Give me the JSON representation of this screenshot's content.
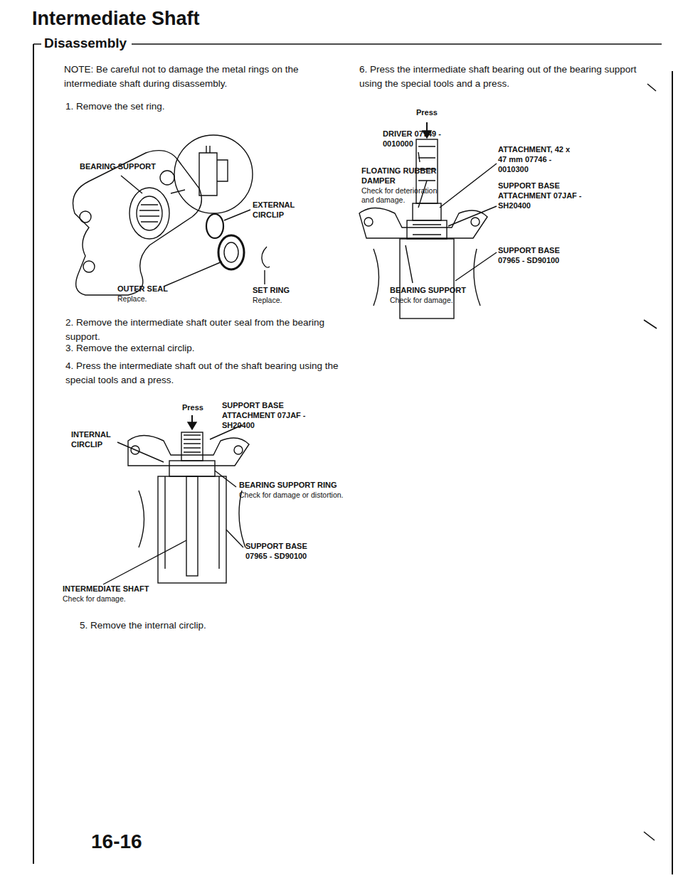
{
  "diagram": {
    "title": "Intermediate Shaft",
    "labels": [
      "Disassembly",
      "NOTE: Be careful not to damage the metal rings on the intermediate shaft during disassembly.",
      "1. Remove the set ring.",
      "BEARING SUPPORT",
      "EXTERNAL CIRCLIP",
      "OUTER SEAL",
      "Replace.",
      "SET RING",
      "Replace.",
      "2. Remove the intermediate shaft outer seal from the bearing support.",
      "3. Remove the external circlip.",
      "4. Press the intermediate shaft out of the shaft bearing using the special tools and a press.",
      "Press",
      "SUPPORT BASE ATTACHMENT 07JAF - SH20400",
      "INTERNAL CIRCLIP",
      "BEARING SUPPORT RING",
      "Check for damage or distortion.",
      "SUPPORT BASE 07965 - SD90100",
      "INTERMEDIATE SHAFT",
      "Check for damage.",
      "5. Remove the internal circlip.",
      "6. Press the intermediate shaft bearing out of the bearing support using the special tools and a press.",
      "Press",
      "DRIVER 07749 - 0010000",
      "ATTACHMENT, 42 x 47 mm 07746 - 0010300",
      "FLOATING RUBBER DAMPER",
      "Check for deterioration and damage.",
      "SUPPORT BASE ATTACHMENT 07JAF - SH20400",
      "SUPPORT BASE 07965 - SD90100",
      "BEARING SUPPORT",
      "Check for damage.",
      "16-16"
    ]
  }
}
